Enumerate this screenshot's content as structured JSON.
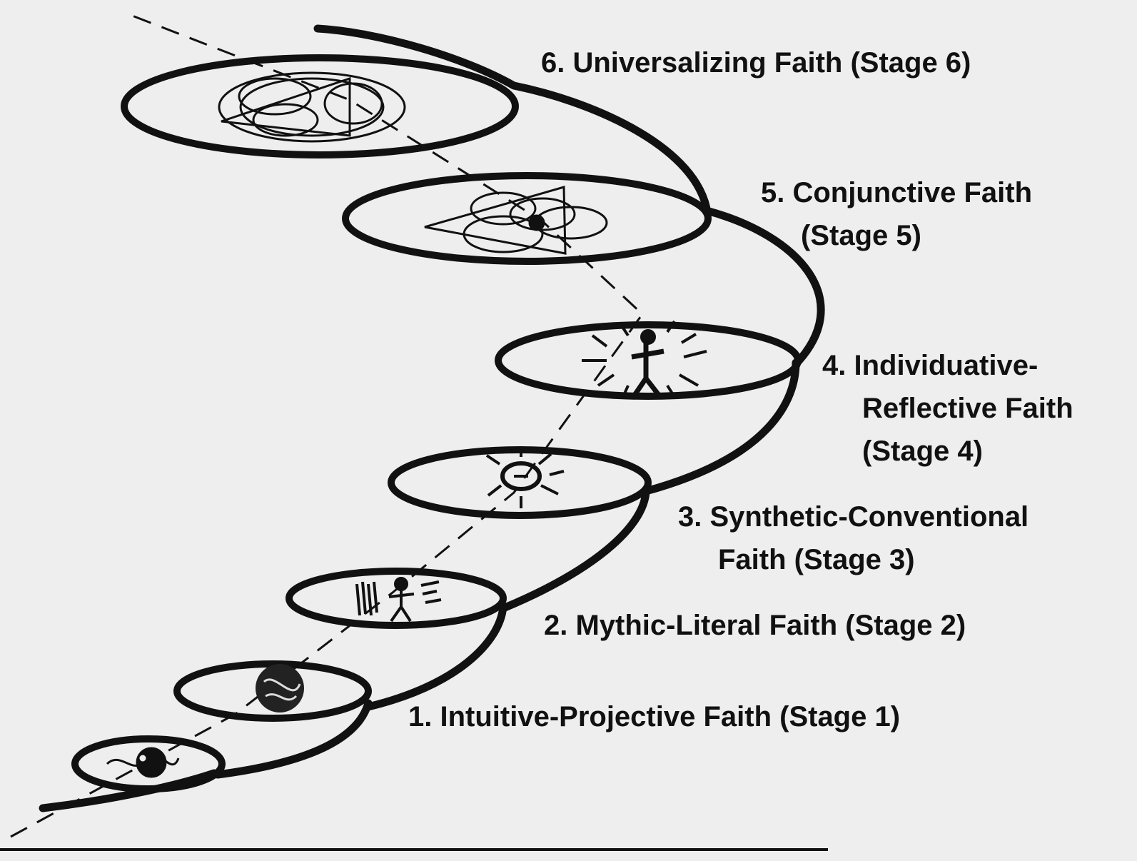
{
  "diagram": {
    "colors": {
      "background": "#eeeeee",
      "ink": "#111111"
    },
    "stages": [
      {
        "number": 1,
        "lines": [
          "1. Intuitive-Projective Faith (Stage 1)"
        ],
        "icon": "swirl-scribble-icon"
      },
      {
        "number": 2,
        "lines": [
          "2. Mythic-Literal Faith (Stage 2)"
        ],
        "icon": "stick-figure-icon"
      },
      {
        "number": 3,
        "lines": [
          "3. Synthetic-Conventional",
          "Faith (Stage 3)"
        ],
        "icon": "star-burst-icon"
      },
      {
        "number": 4,
        "lines": [
          "4. Individuative-",
          "Reflective Faith",
          "(Stage 4)"
        ],
        "icon": "figure-burst-icon"
      },
      {
        "number": 5,
        "lines": [
          "5. Conjunctive Faith",
          "(Stage 5)"
        ],
        "icon": "triangle-circles-icon"
      },
      {
        "number": 6,
        "lines": [
          "6. Universalizing Faith (Stage 6)"
        ],
        "icon": "circles-triangle-icon"
      }
    ]
  }
}
